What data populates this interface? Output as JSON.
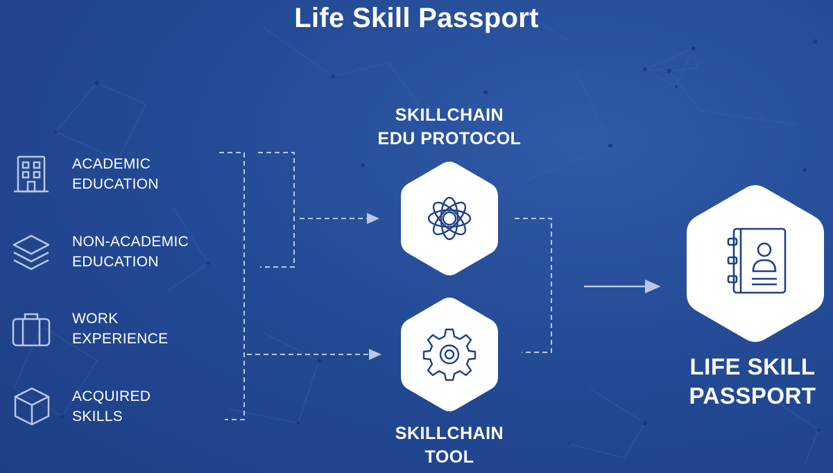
{
  "title": "Life Skill Passport",
  "sources": [
    {
      "label": "ACADEMIC\nEDUCATION",
      "icon": "building-icon"
    },
    {
      "label": "NON-ACADEMIC\nEDUCATION",
      "icon": "layers-icon"
    },
    {
      "label": "WORK\nEXPERIENCE",
      "icon": "briefcase-icon"
    },
    {
      "label": "ACQUIRED\nSKILLS",
      "icon": "cube-icon"
    }
  ],
  "protocol": {
    "label": "SKILLCHAIN\nEDU PROTOCOL",
    "icon": "flower-network-icon"
  },
  "tool": {
    "label": "SKILLCHAIN\nTOOL",
    "icon": "gear-icon"
  },
  "passport": {
    "label": "LIFE SKILL\nPASSPORT",
    "icon": "passport-book-icon"
  },
  "colors": {
    "background": "#244b96",
    "hexagon": "#ffffff",
    "icon_stroke": "#1f3f86",
    "connector": "#b9c8e6"
  }
}
